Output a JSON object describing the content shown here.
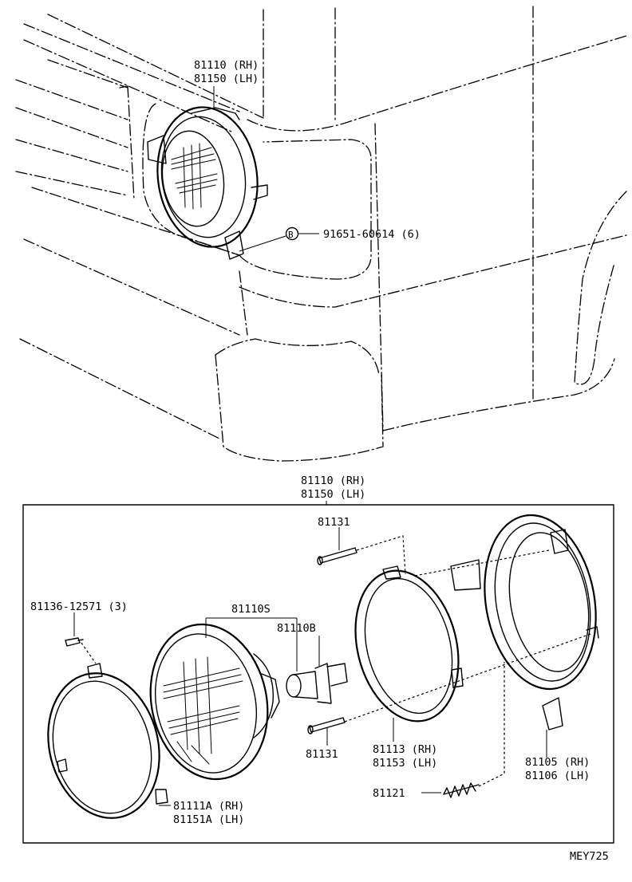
{
  "labels": {
    "top_assembly_rh": "81110 (RH)",
    "top_assembly_lh": "81150 (LH)",
    "screw_callout_mark": "B",
    "screw_callout": "91651-60614 (6)",
    "box_assembly_rh": "81110 (RH)",
    "box_assembly_lh": "81150 (LH)",
    "screw_top": "81131",
    "screw_small": "81136-12571 (3)",
    "sealed_beam": "81110S",
    "bulb": "81110B",
    "screw_bottom": "81131",
    "mount_ring_rh": "81113 (RH)",
    "mount_ring_lh": "81153 (LH)",
    "housing_rh": "81105 (RH)",
    "housing_lh": "81106 (LH)",
    "spring": "81121",
    "retaining_ring_rh": "81111A (RH)",
    "retaining_ring_lh": "81151A (LH)",
    "diagram_code": "MEY725"
  }
}
